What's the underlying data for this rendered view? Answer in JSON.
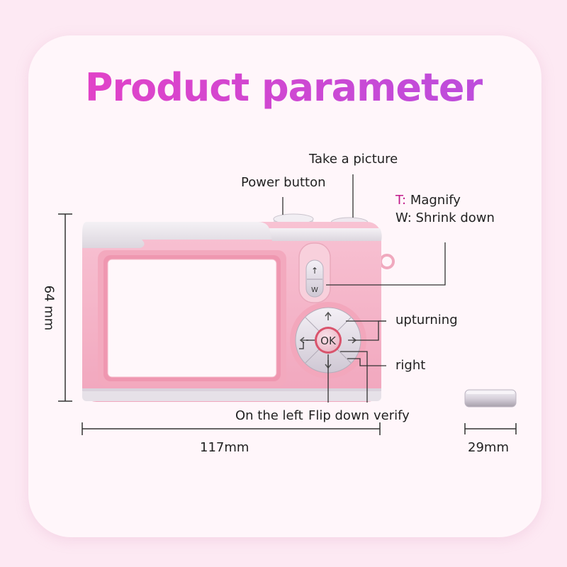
{
  "title": "Product parameter",
  "labels": {
    "take_picture": "Take a picture",
    "power_button": "Power button",
    "magnify_prefix": "T:",
    "magnify": " Magnify",
    "shrink": "W: Shrink down",
    "upturning": "upturning",
    "right": "right",
    "on_the_left": "On the left",
    "flip_down": "Flip down",
    "verify": "verify"
  },
  "dimensions": {
    "width": "117mm",
    "height": "64 mm",
    "depth": "29mm"
  },
  "buttons": {
    "zoom_up": "↑",
    "zoom_w": "W",
    "ok": "OK"
  },
  "colors": {
    "title_gradient_start": "#e940c4",
    "title_gradient_end": "#b54fe0",
    "camera_body": "#f6b6c8",
    "camera_top": "#ece7ee",
    "accent_t": "#c21a8a"
  }
}
